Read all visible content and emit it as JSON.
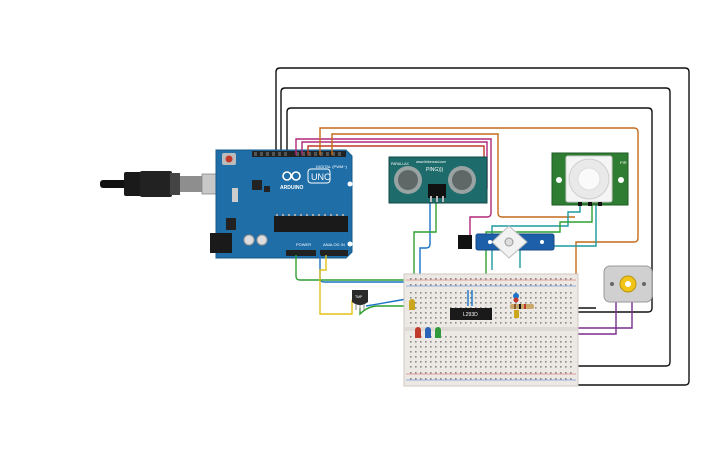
{
  "arduino": {
    "brand": "ARDUINO",
    "model": "UNO",
    "header_digital": "DIGITAL (PWM~)",
    "header_power": "POWER",
    "header_analog": "ANALOG IN"
  },
  "ultrasonic": {
    "brand": "www.tinkercad.com",
    "model": "PING)))",
    "side": "PARALLAX"
  },
  "pir": {
    "label": "PIR"
  },
  "driver_chip": {
    "label": "L293D"
  },
  "temp_sensor": {
    "label": "TMP"
  },
  "colors": {
    "board_blue": "#1f6ea8",
    "pcb_green": "#2e7d32",
    "sonar_teal": "#1e6b6b",
    "breadboard": "#ece9e4",
    "wire_black": "#111111",
    "wire_red": "#c0392b",
    "wire_magenta": "#b0287a",
    "wire_orange": "#c46a1a",
    "wire_blue": "#1a73c8",
    "wire_green": "#2fa12f",
    "wire_teal": "#1a9aa0",
    "wire_yellow": "#e0c21a",
    "wire_purple": "#7b2d8e",
    "wire_brown": "#8a5a2b"
  }
}
